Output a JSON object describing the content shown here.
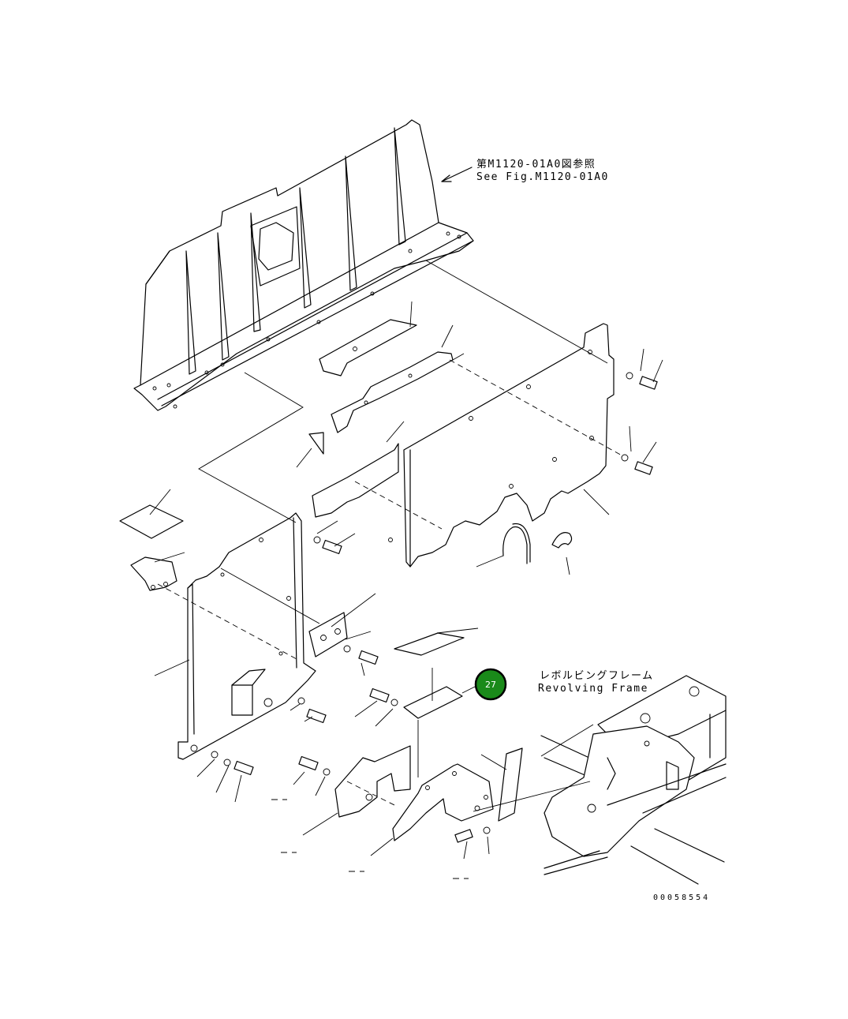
{
  "annotations": {
    "ref_jp": "第M1120-01A0図参照",
    "ref_en": "See Fig.M1120-01A0",
    "frame_jp": "レボルビングフレーム",
    "frame_en": "Revolving Frame",
    "drawing_number": "00058554"
  },
  "callout": {
    "number": "27",
    "color": "#1a8a1a"
  }
}
